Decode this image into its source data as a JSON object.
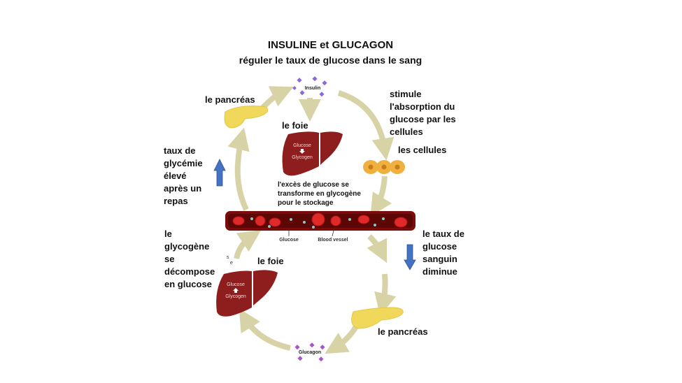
{
  "title": {
    "line1": "INSULINE et GLUCAGON",
    "line2": "réguler le taux de glucose dans le sang"
  },
  "labels": {
    "pancreas_top": "le pancréas",
    "insulin": "Insulin",
    "stimule": [
      "stimule",
      "l'absorption du",
      "glucose par les",
      "cellules"
    ],
    "cellules": "les cellules",
    "foie_top": "le foie",
    "liver_top_glucose": "Glucose",
    "liver_top_glycogen": "Glycogen",
    "exces": [
      "l'excès de glucose se",
      "transforme en glycogène",
      "pour le stockage"
    ],
    "glycemie": [
      "taux de",
      "glycémie",
      "élevé",
      "après un",
      "repas"
    ],
    "vessel_glucose": "Glucose",
    "vessel_blood": "Blood vessel",
    "glycogene": [
      "le",
      "glycogène",
      "se",
      "décompose",
      "en glucose"
    ],
    "foie_bottom": "le foie",
    "liver_bottom_glucose": "Glucose",
    "liver_bottom_glycogen": "Glycogen",
    "taux_diminue": [
      "le taux de",
      "glucose",
      "sanguin",
      "diminue"
    ],
    "pancreas_bottom": "le pancréas",
    "glucagon": "Glucagon",
    "stray_s": "s",
    "stray_e": "e"
  },
  "colors": {
    "cycle_arrow": "#d8d3a6",
    "blue_arrow": "#4472c4",
    "liver": "#8e1d1d",
    "vessel": "#7a0c0c",
    "rbc": "#e02a2a",
    "pancreas": "#f0d85a",
    "cells": "#f0b040",
    "insulin_dots": "#8a6ad6",
    "glucagon_dots": "#a855c8"
  }
}
